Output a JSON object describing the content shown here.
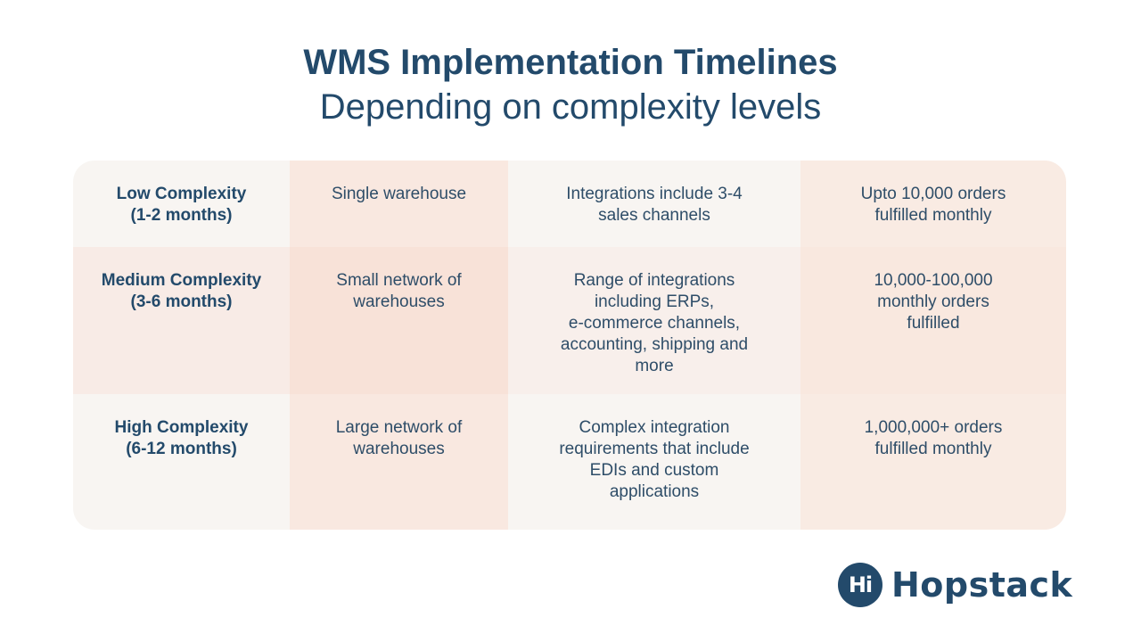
{
  "header": {
    "title": "WMS Implementation Timelines",
    "subtitle": "Depending on complexity levels"
  },
  "table": {
    "rows": [
      {
        "level": "Low Complexity\n(1-2 months)",
        "warehouses": "Single warehouse",
        "integrations": "Integrations include 3-4\nsales channels",
        "orders": "Upto 10,000 orders\nfulfilled monthly"
      },
      {
        "level": "Medium Complexity\n(3-6 months)",
        "warehouses": "Small network of\nwarehouses",
        "integrations": "Range of integrations\nincluding ERPs,\ne-commerce channels,\naccounting, shipping and\nmore",
        "orders": "10,000-100,000\nmonthly orders\nfulfilled"
      },
      {
        "level": "High Complexity\n(6-12 months)",
        "warehouses": "Large network of\nwarehouses",
        "integrations": "Complex integration\nrequirements that include\nEDIs and custom\napplications",
        "orders": "1,000,000+ orders\nfulfilled monthly"
      }
    ]
  },
  "logo": {
    "mark": "Hi",
    "name": "Hopstack",
    "icon": "hopstack-logo-icon"
  },
  "colors": {
    "primary": "#234a6b",
    "cell_neutral": "#f8f5f2",
    "cell_peach": "#f9e8e0"
  }
}
